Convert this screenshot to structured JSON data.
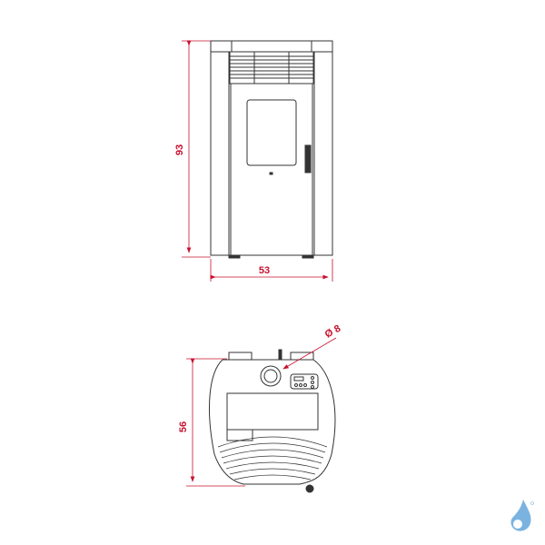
{
  "diagram": {
    "front_view": {
      "height_label": "93",
      "width_label": "53"
    },
    "top_view": {
      "depth_label": "56",
      "flue_label": "Ø 8"
    },
    "colors": {
      "dimension": "#c8102e",
      "outline": "#333333",
      "logo": "#7ab3e0"
    },
    "logo": {
      "icon": "water-drop-logo-icon"
    }
  }
}
